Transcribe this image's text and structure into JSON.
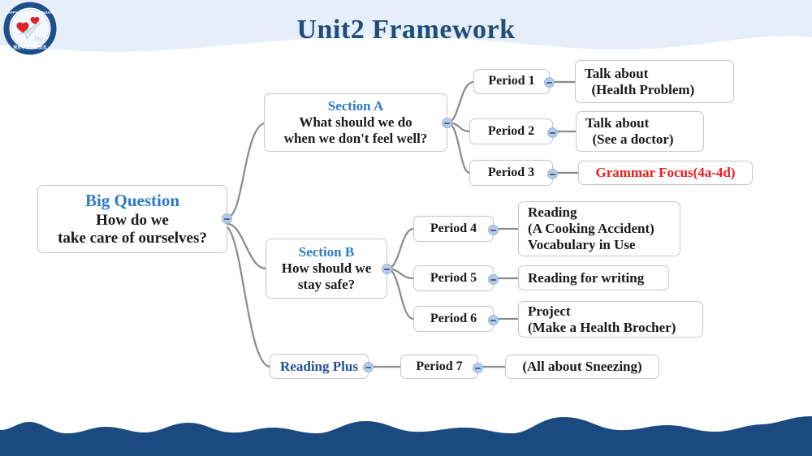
{
  "slide": {
    "title": "Unit2 Framework",
    "logo_name": "school-emblem-logo",
    "accent_blue_light": "#2e7bc4",
    "accent_blue_dark": "#1f4e9c",
    "title_color": "#1f4e79",
    "band_top_color": "#e6eff9",
    "band_bottom_color": "#1b4a80",
    "highlight_red": "#ee1c1c",
    "node_border_color": "#c3c7cc",
    "connector_color": "#808080"
  },
  "mindmap": {
    "root": {
      "title": "Big Question",
      "line1": "How do we",
      "line2": "take care of ourselves?"
    },
    "sectionA": {
      "title": "Section A",
      "line1": "What should we do",
      "line2": "when we don't feel well?"
    },
    "sectionB": {
      "title": "Section B",
      "line1": "How should we",
      "line2": "stay safe?"
    },
    "reading_plus": {
      "title": "Reading Plus"
    },
    "periods": {
      "p1": "Period 1",
      "p2": "Period 2",
      "p3": "Period 3",
      "p4": "Period 4",
      "p5": "Period 5",
      "p6": "Period 6",
      "p7": "Period 7"
    },
    "leaves": {
      "l1_line1": "Talk about",
      "l1_line2": "  (Health Problem)",
      "l2_line1": "Talk about",
      "l2_line2": "  (See a doctor)",
      "l3_line1": "Grammar Focus(4a-4d)",
      "l4_line1": "Reading",
      "l4_line2": "(A Cooking Accident)",
      "l4_line3": "Vocabulary in Use",
      "l5_line1": "Reading for writing",
      "l6_line1": "Project",
      "l6_line2": "(Make a Health Brocher)",
      "l7_line1": "(All about Sneezing)"
    },
    "collapse_icon_name": "collapse-minus-icon"
  }
}
